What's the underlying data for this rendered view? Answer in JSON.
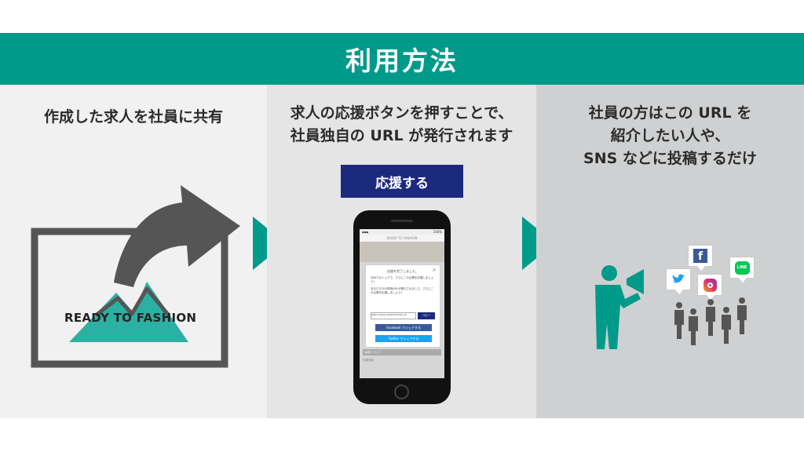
{
  "title": "利用方法",
  "colors": {
    "teal": "#009a8a",
    "navy": "#1b2a7d",
    "dark_gray": "#555555"
  },
  "steps": [
    {
      "lines": [
        "作成した求人を社員に共有"
      ]
    },
    {
      "lines": [
        "求人の応援ボタンを押すことで、",
        "社員独自の URL が発行されます"
      ],
      "button_label": "応援する"
    },
    {
      "lines": [
        "社員の方はこの URL を",
        "紹介したい人や、",
        "SNS などに投稿するだけ"
      ]
    }
  ],
  "logo_text": "READY TO FASHION",
  "phone": {
    "site_name": "READY TO FASHION",
    "battery": "100%",
    "modal_title": "応援を完了しました。",
    "modal_text1": "SNSでのシェアで、さらにこの企業を応援しましょう！",
    "modal_text2": "あなただけの専用URLが発行されました。さらにこの企業を応援しましょう！",
    "url_value": "https://www.readytofashion.jp",
    "copy_label": "コピー",
    "facebook_label": "Facebook でシェアする",
    "twitter_label": "Twitter でシェアする",
    "bottom_text1": "募集について",
    "bottom_text2": "仕事内容"
  },
  "sns_icons": [
    "facebook-icon",
    "twitter-icon",
    "instagram-icon",
    "line-icon"
  ],
  "line_icon_text": "LINE",
  "facebook_letter": "f"
}
